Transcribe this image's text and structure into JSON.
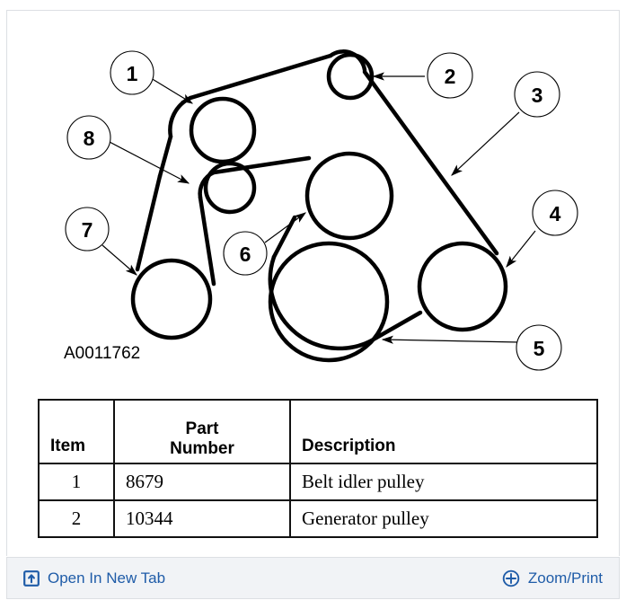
{
  "diagram": {
    "figure_code": "A0011762",
    "callouts": [
      {
        "id": "1",
        "label": "1"
      },
      {
        "id": "2",
        "label": "2"
      },
      {
        "id": "3",
        "label": "3"
      },
      {
        "id": "4",
        "label": "4"
      },
      {
        "id": "5",
        "label": "5"
      },
      {
        "id": "6",
        "label": "6"
      },
      {
        "id": "7",
        "label": "7"
      },
      {
        "id": "8",
        "label": "8"
      }
    ]
  },
  "table": {
    "headers": {
      "item": "Item",
      "part_number_line1": "Part",
      "part_number_line2": "Number",
      "description": "Description"
    },
    "rows": [
      {
        "item": "1",
        "part_number": "8679",
        "description": "Belt idler pulley"
      },
      {
        "item": "2",
        "part_number": "10344",
        "description": "Generator pulley"
      }
    ]
  },
  "toolbar": {
    "open_new_tab_label": "Open In New Tab",
    "zoom_print_label": "Zoom/Print",
    "link_color": "#1f5ca8",
    "background": "#f1f3f6"
  }
}
